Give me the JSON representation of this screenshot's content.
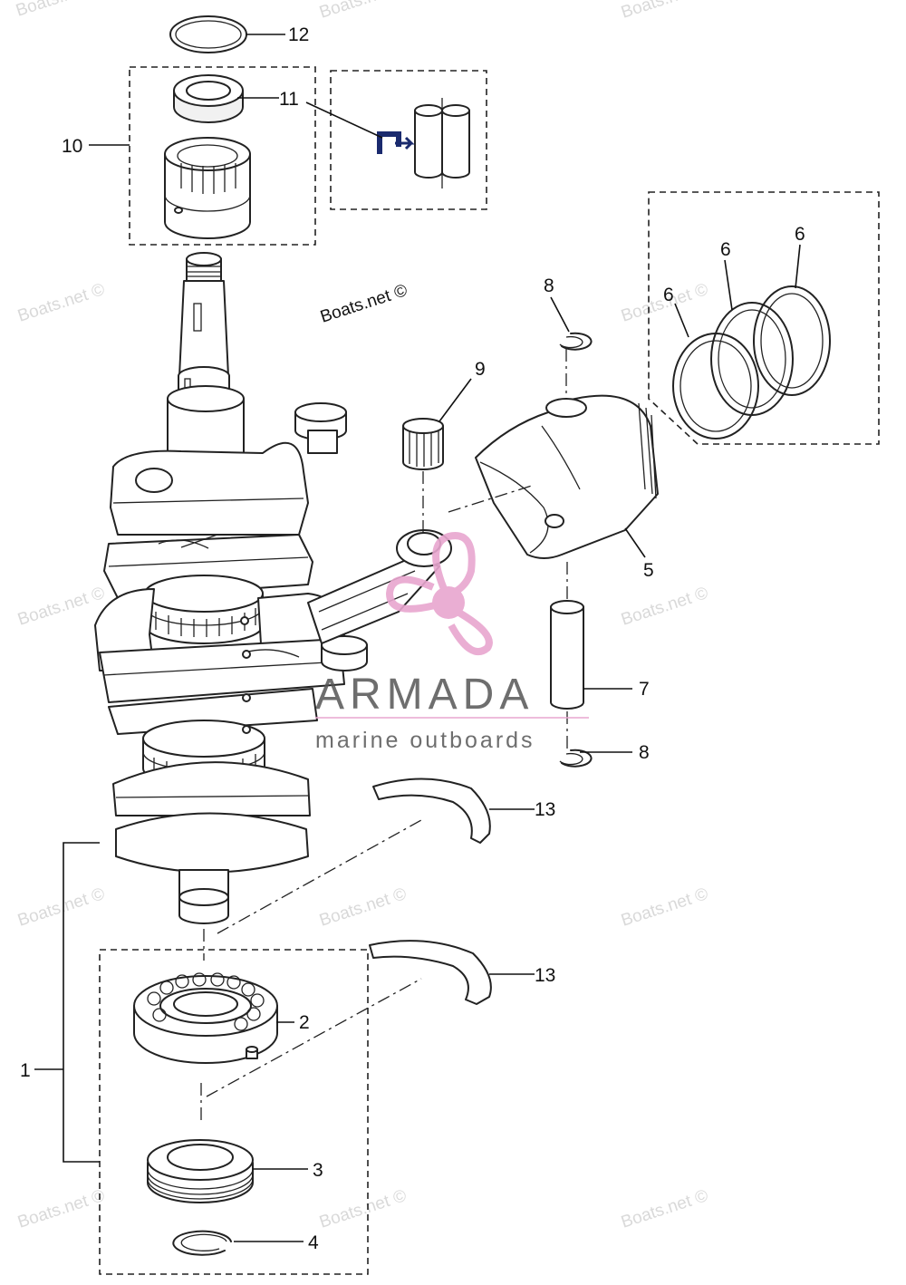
{
  "credit": "Boats.net ©",
  "watermark_text": "Boats.net ©",
  "brand": {
    "name": "ARMADA",
    "tagline": "marine outboards",
    "logo_color": "#e8a6cf",
    "text_color": "#555555"
  },
  "callouts": {
    "c1": "1",
    "c2": "2",
    "c3": "3",
    "c4": "4",
    "c5": "5",
    "c6a": "6",
    "c6b": "6",
    "c6c": "6",
    "c7": "7",
    "c8a": "8",
    "c8b": "8",
    "c9": "9",
    "c10": "10",
    "c11": "11",
    "c12": "12",
    "c13a": "13",
    "c13b": "13"
  },
  "icons": {
    "grease_symbol": "grease-application-icon"
  }
}
